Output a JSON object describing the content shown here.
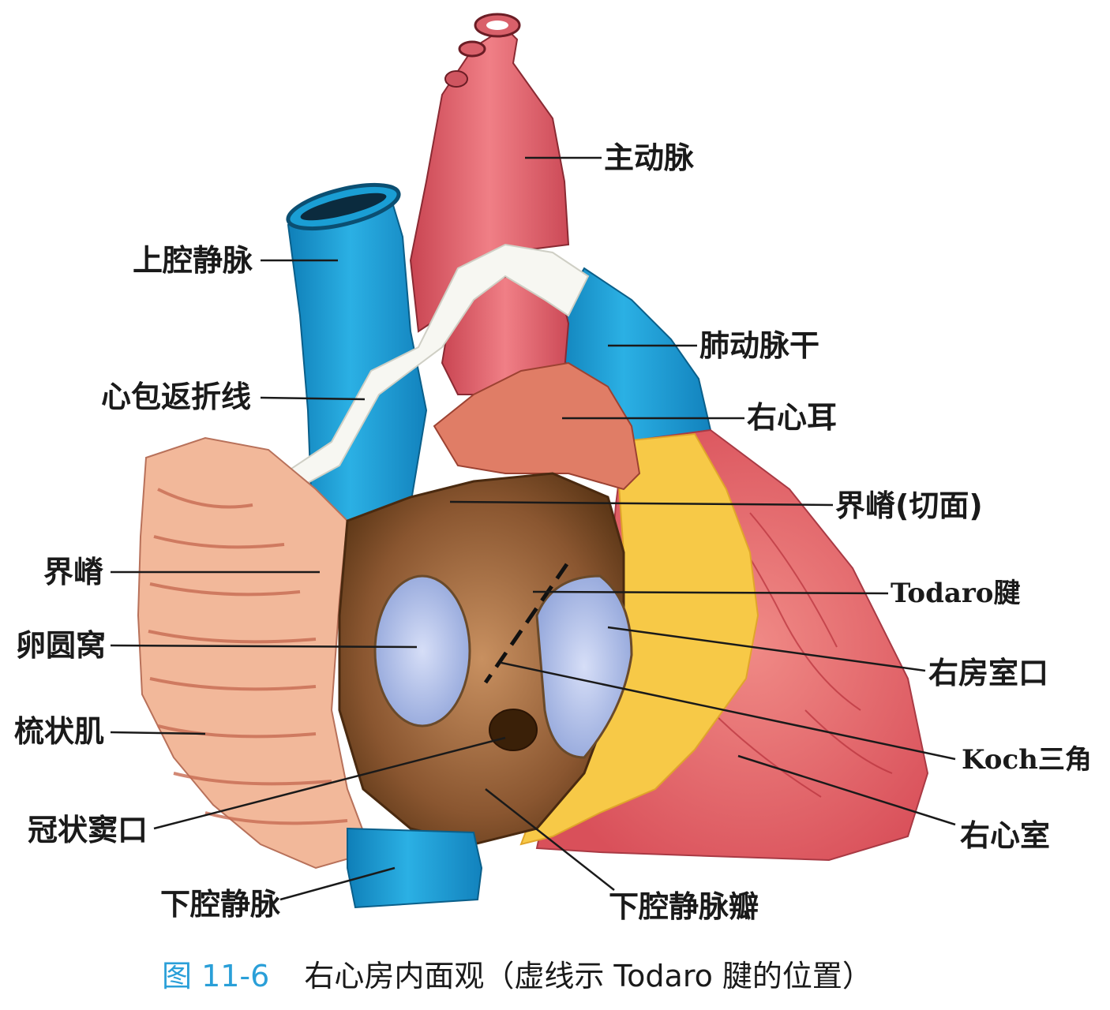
{
  "labels": {
    "aorta": "主动脉",
    "svc": "上腔静脉",
    "pulmonary_trunk": "肺动脉干",
    "pericardial_reflection": "心包返折线",
    "right_auricle": "右心耳",
    "crista_cut": "界嵴(切面)",
    "crista": "界嵴",
    "todaro": "Todaro腱",
    "fossa_ovalis": "卵圆窝",
    "av_orifice": "右房室口",
    "pectinate": "梳状肌",
    "koch": "Koch三角",
    "coronary_sinus": "冠状窦口",
    "right_ventricle": "右心室",
    "ivc": "下腔静脉",
    "ivc_valve": "下腔静脉瓣"
  },
  "caption": {
    "number": "图 11-6",
    "text": "右心房内面观（虚线示 Todaro 腱的位置）"
  },
  "colors": {
    "caption_number": "#2a9fd8",
    "vein_blue": "#1a9ed4",
    "artery_red": "#e0606a",
    "atrium_brown": "#8b5a33",
    "fat_yellow": "#f5c542",
    "ventricle_red": "#e8676a",
    "fossa_blue": "#b9c6ec"
  }
}
